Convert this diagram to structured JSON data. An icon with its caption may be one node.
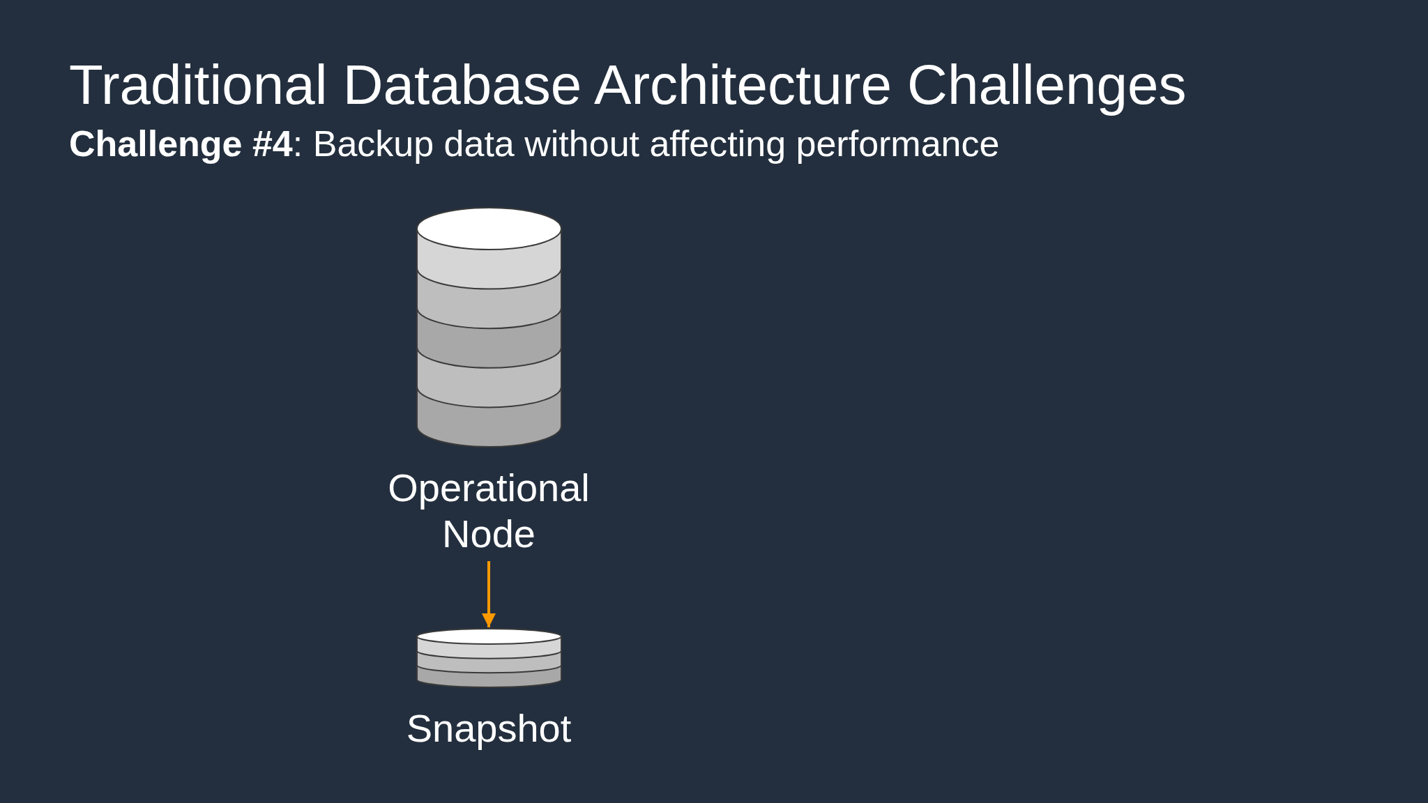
{
  "diagram": {
    "title": "Traditional Database Architecture Challenges",
    "caption": "**Challenge #4**: Backup data without affecting performance",
    "nodes": [
      {
        "text": [
          "Operational Node"
        ]
      },
      {
        "text": [
          "Snapshot"
        ]
      }
    ],
    "edges": [
      {
        "from": 0,
        "to": 1,
        "arrow": "to",
        "color": "#ff9900"
      }
    ]
  }
}
